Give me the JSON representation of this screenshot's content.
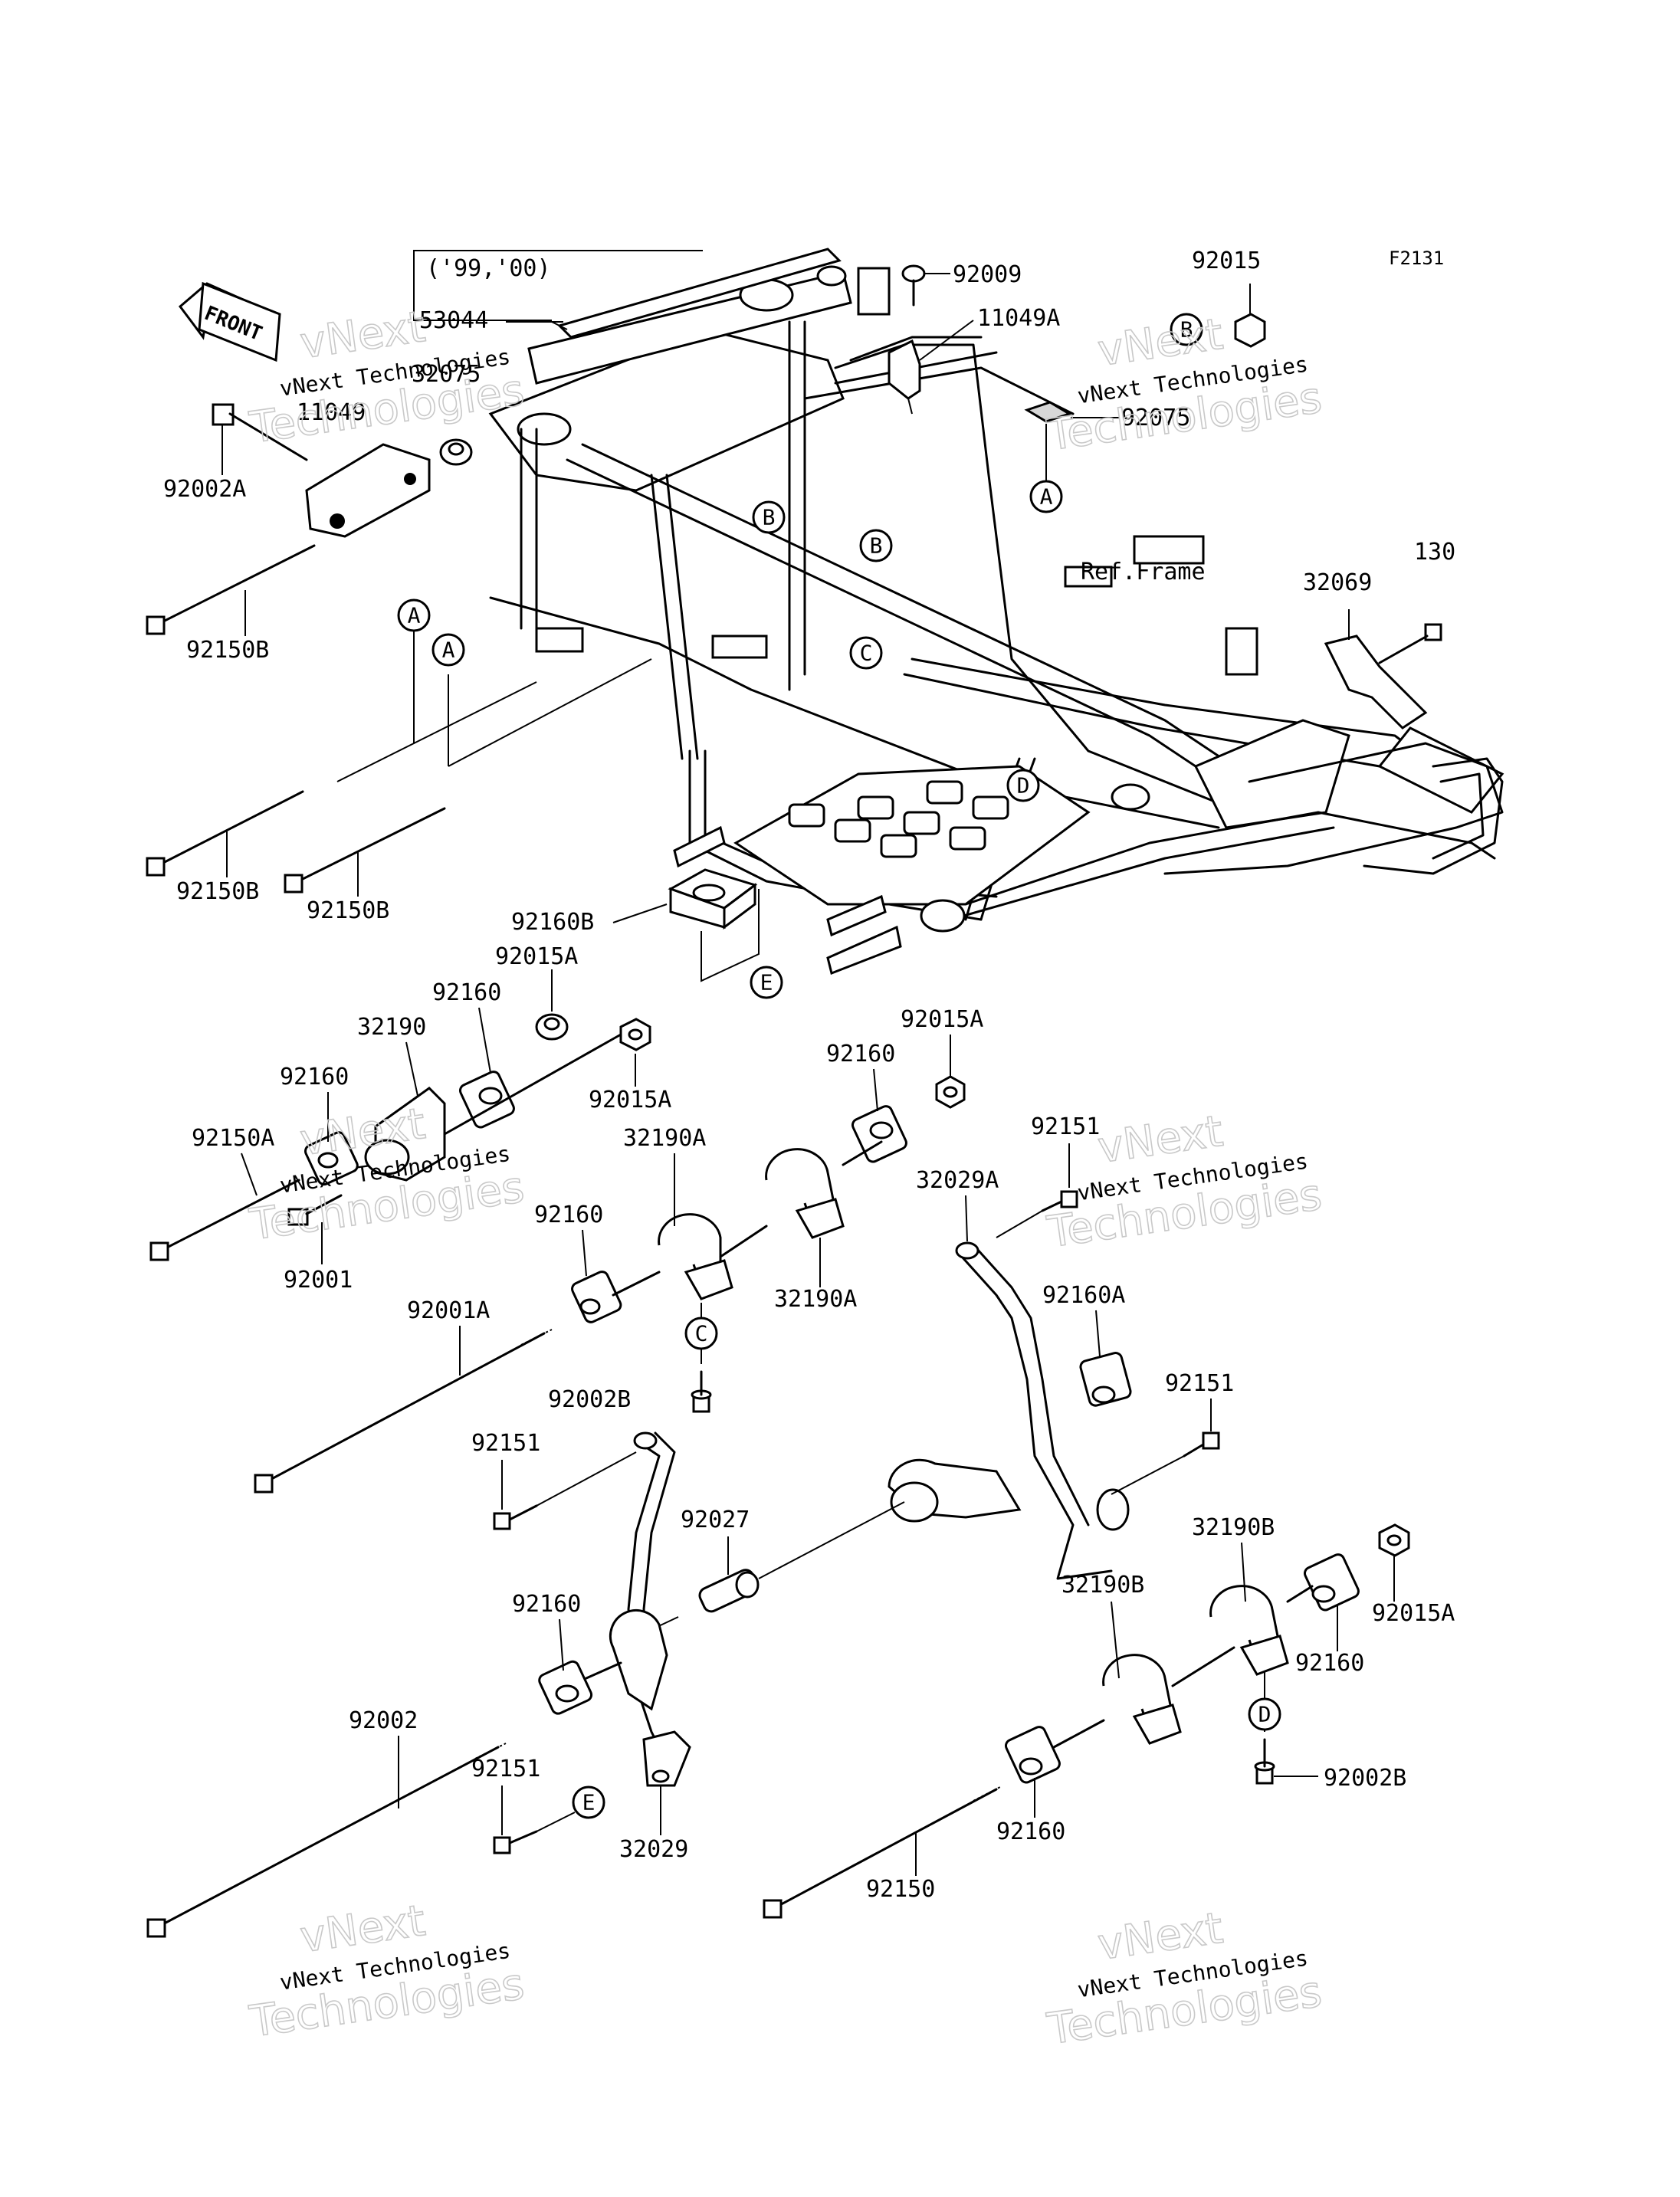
{
  "figure_code": "F2131",
  "front_label": "FRONT",
  "note_years": "('99,'00)",
  "ref_frame_label": "Ref.Frame",
  "watermark": {
    "line1": "vNext Technologies",
    "line2": "vNext",
    "line3": "Technologies"
  },
  "callouts": {
    "A": "A",
    "B": "B",
    "C": "C",
    "D": "D",
    "E": "E"
  },
  "parts": [
    "53044",
    "92009",
    "92015",
    "11049A",
    "92075",
    "32075",
    "11049",
    "92002A",
    "92150B",
    "92150B",
    "92150B",
    "130",
    "32069",
    "92160B",
    "92015A",
    "92160",
    "32190",
    "92160",
    "92015A",
    "92150A",
    "92001",
    "92015A",
    "92160",
    "32190A",
    "92151",
    "32029A",
    "92160",
    "32190A",
    "92001A",
    "92002B",
    "92160A",
    "92151",
    "92151",
    "92027",
    "32190B",
    "92015A",
    "92160",
    "32190B",
    "92160",
    "92002B",
    "92002",
    "92151",
    "32029",
    "92160",
    "92150"
  ]
}
